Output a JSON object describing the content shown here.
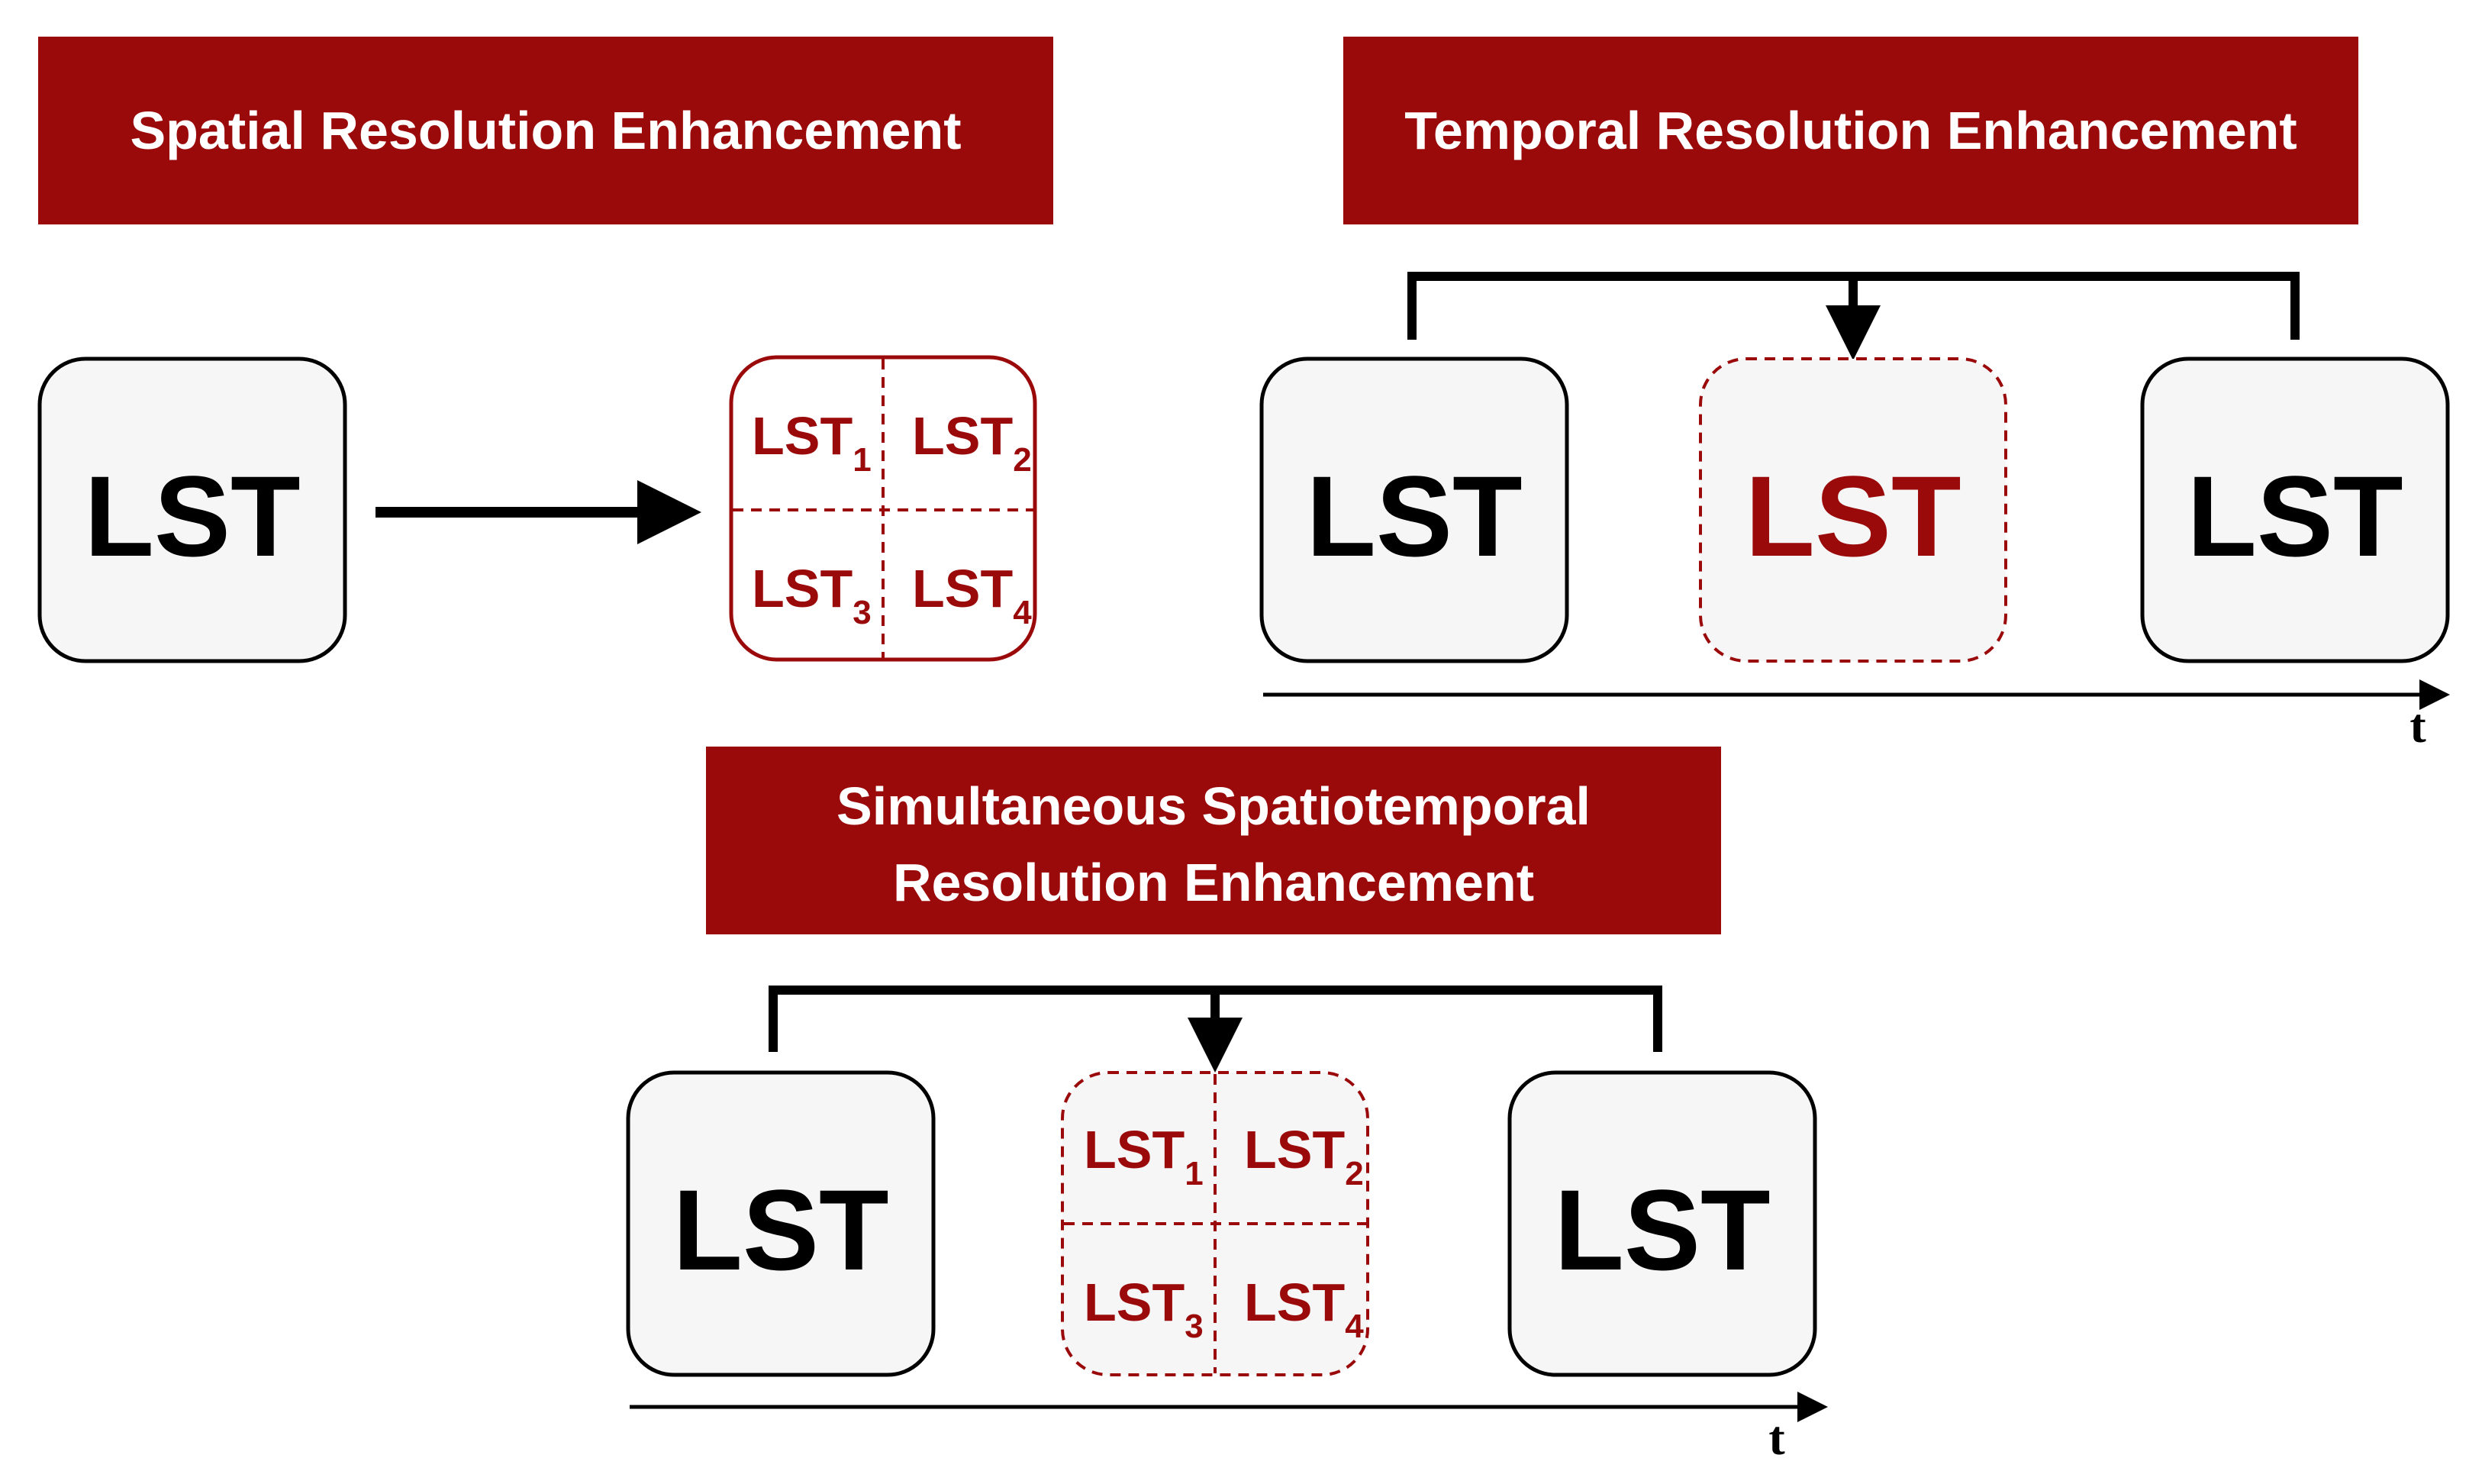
{
  "colors": {
    "accent": "#9b0a0a",
    "box_fill": "#f6f6f6",
    "stroke": "#000000"
  },
  "spatial": {
    "title": "Spatial Resolution Enhancement",
    "input": "LST",
    "output_cells": [
      {
        "base": "LST",
        "sub": "1"
      },
      {
        "base": "LST",
        "sub": "2"
      },
      {
        "base": "LST",
        "sub": "3"
      },
      {
        "base": "LST",
        "sub": "4"
      }
    ]
  },
  "temporal": {
    "title": "Temporal Resolution Enhancement",
    "left": "LST",
    "middle": "LST",
    "right": "LST",
    "axis_label": "t"
  },
  "spatiotemporal": {
    "title_line1": "Simultaneous Spatiotemporal",
    "title_line2": "Resolution Enhancement",
    "left": "LST",
    "right": "LST",
    "output_cells": [
      {
        "base": "LST",
        "sub": "1"
      },
      {
        "base": "LST",
        "sub": "2"
      },
      {
        "base": "LST",
        "sub": "3"
      },
      {
        "base": "LST",
        "sub": "4"
      }
    ],
    "axis_label": "t"
  }
}
